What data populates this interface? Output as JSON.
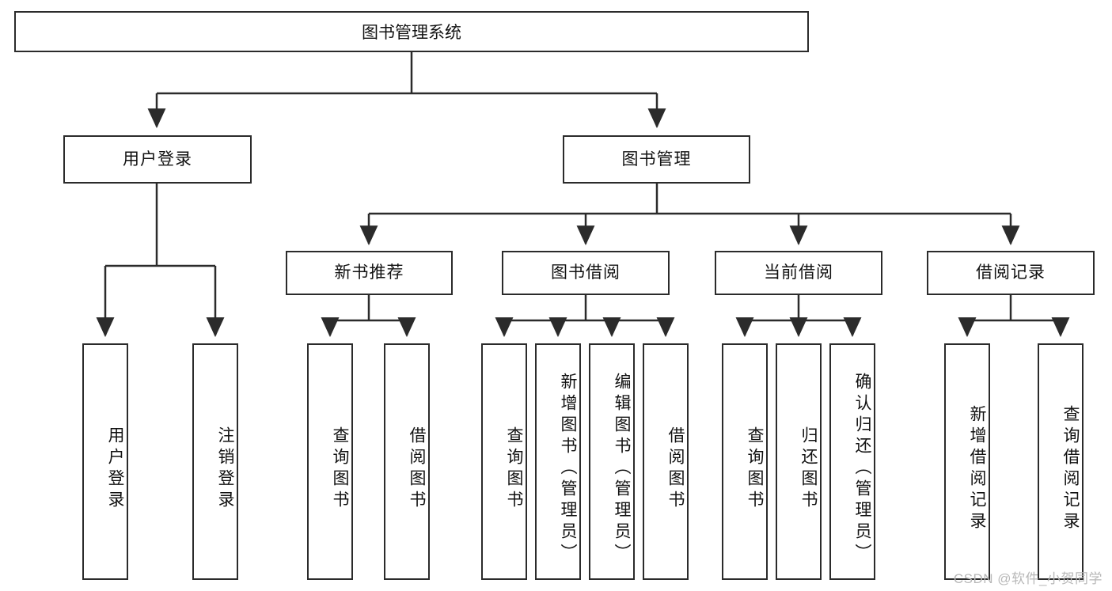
{
  "diagram": {
    "title": "图书管理系统",
    "type": "tree-hierarchy-chart",
    "watermark": "CSDN @软件_小贺同学",
    "colors": {
      "box_border": "#2b2b2b",
      "box_fill": "#ffffff",
      "edge": "#2b2b2b",
      "text": "#111111",
      "watermark": "#b8b8b8",
      "background": "#ffffff"
    },
    "nodes": {
      "root": {
        "label": "图书管理系统"
      },
      "level1": [
        {
          "label": "用户登录"
        },
        {
          "label": "图书管理"
        }
      ],
      "level2": [
        {
          "label": "新书推荐"
        },
        {
          "label": "图书借阅"
        },
        {
          "label": "当前借阅"
        },
        {
          "label": "借阅记录"
        }
      ],
      "leaves": {
        "user_login": [
          {
            "label": "用户登录"
          },
          {
            "label": "注销登录"
          }
        ],
        "new_book_recommend": [
          {
            "label": "查询图书"
          },
          {
            "label": "借阅图书"
          }
        ],
        "book_borrow": [
          {
            "label": "查询图书"
          },
          {
            "label": "新增图书（管理员）"
          },
          {
            "label": "编辑图书（管理员）"
          },
          {
            "label": "借阅图书"
          }
        ],
        "current_borrow": [
          {
            "label": "查询图书"
          },
          {
            "label": "归还图书"
          },
          {
            "label": "确认归还（管理员）"
          }
        ],
        "borrow_record": [
          {
            "label": "新增借阅记录"
          },
          {
            "label": "查询借阅记录"
          }
        ]
      }
    }
  }
}
